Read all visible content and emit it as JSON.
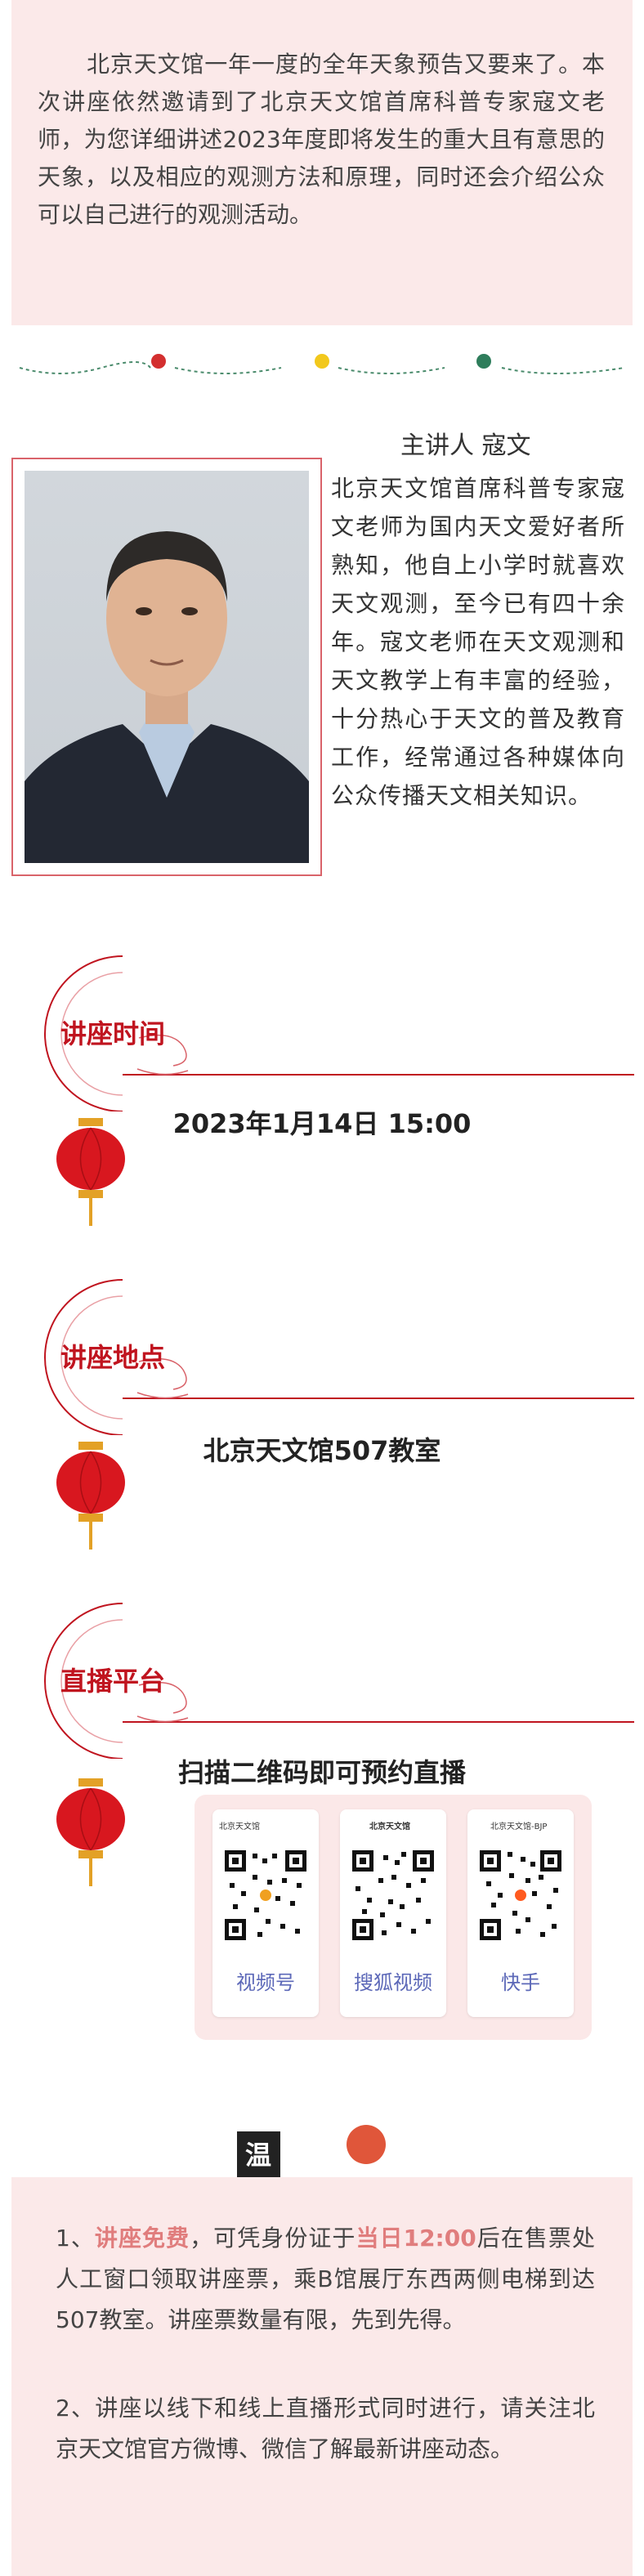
{
  "intro": {
    "text": "北京天文馆一年一度的全年天象预告又要来了。本次讲座依然邀请到了北京天文馆首席科普专家寇文老师，为您详细讲述2023年度即将发生的重大且有意思的天象，以及相应的观测方法和原理，同时还会介绍公众可以自己进行的观测活动。"
  },
  "speaker": {
    "title": "主讲人 寇文",
    "bio": "北京天文馆首席科普专家寇文老师为国内天文爱好者所熟知，他自上小学时就喜欢天文观测，至今已有四十余年。寇文老师在天文观测和天文教学上有丰富的经验，十分热心于天文的普及教育工作，经常通过各种媒体向公众传播天文相关知识。"
  },
  "sections": {
    "time": {
      "title": "讲座时间",
      "value": "2023年1月14日  15:00"
    },
    "place": {
      "title": "讲座地点",
      "value": "北京天文馆507教室"
    },
    "platform": {
      "title": "直播平台"
    }
  },
  "qr": {
    "title": "扫描二维码即可预约直播",
    "cards": [
      {
        "label": "视频号",
        "top": "北京天文馆"
      },
      {
        "label": "搜狐视频",
        "top": "北京天文馆"
      },
      {
        "label": "快手",
        "top": "北京天文馆-BJP"
      }
    ]
  },
  "tips": {
    "title": "温馨提示",
    "p1_a": "1、",
    "p1_b": "讲座免费",
    "p1_c": "，可凭身份证于",
    "p1_d": "当日12:00",
    "p1_e": "后在售票处人工窗口领取讲座票，乘B馆展厅东西两侧电梯到达507教室。讲座票数量有限，先到先得。",
    "p2": "2、讲座以线下和线上直播形式同时进行，请关注北京天文馆官方微博、微信了解最新讲座动态。"
  },
  "colors": {
    "accent": "#c0141f",
    "pink_bg": "#fbe9e9",
    "link": "#5c68b8"
  }
}
